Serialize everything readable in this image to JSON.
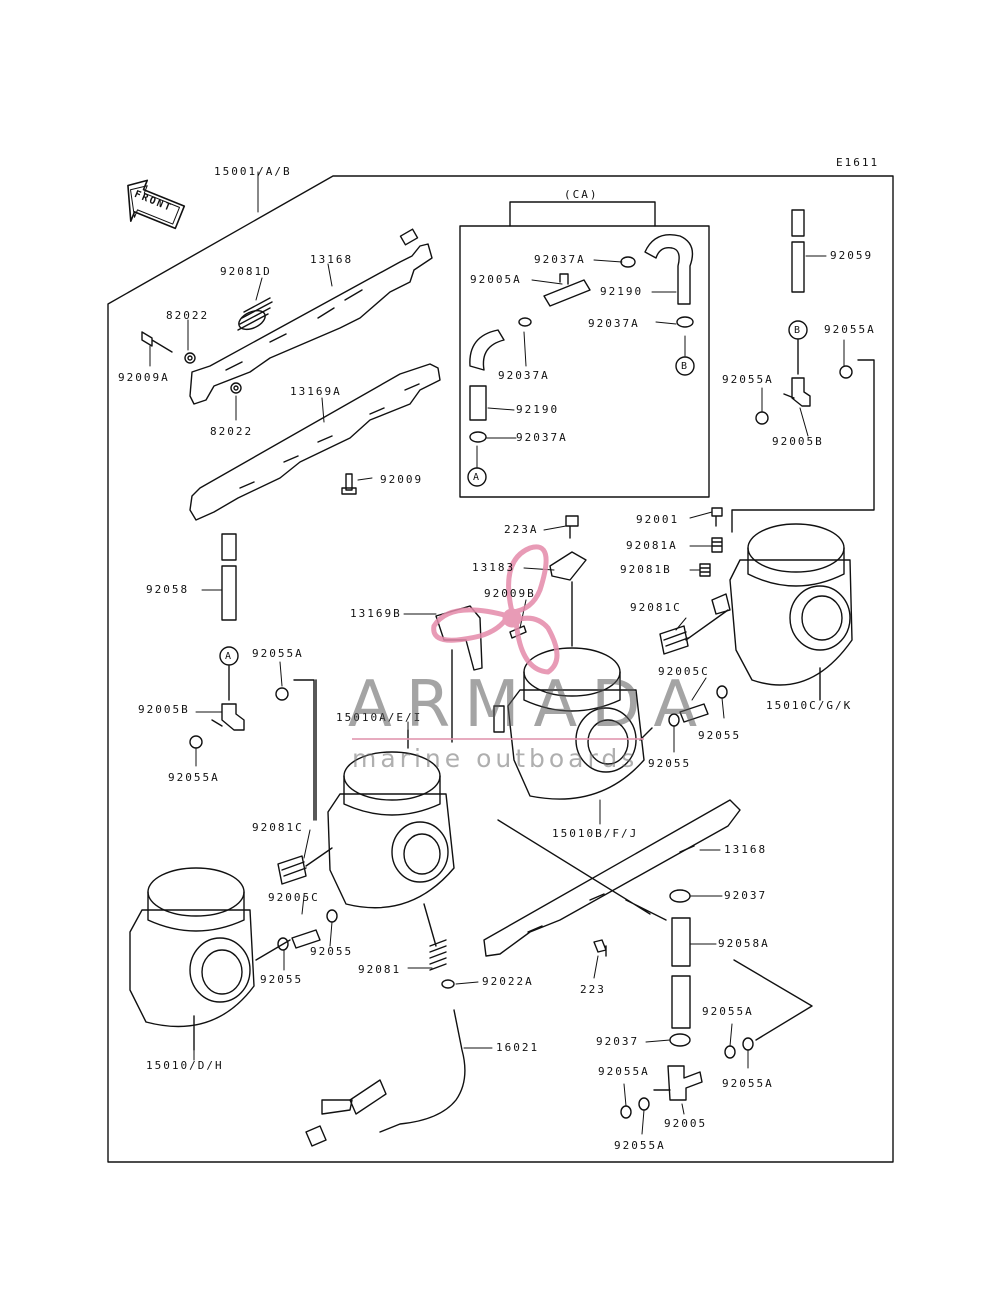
{
  "diagram": {
    "code": "E1611",
    "front_label": "FRONT",
    "ca_label": "(CA)",
    "marker_a": "A",
    "marker_b": "B"
  },
  "labels": {
    "p15001": "15001/A/B",
    "p13168_top": "13168",
    "p92081d": "92081D",
    "p82022_top": "82022",
    "p92009a": "92009A",
    "p82022_bottom": "82022",
    "p13169a": "13169A",
    "p92009": "92009",
    "p92037a_1": "92037A",
    "p92005a": "92005A",
    "p92190_1": "92190",
    "p92037a_2": "92037A",
    "p92037a_3": "92037A",
    "p92190_2": "92190",
    "p92037a_4": "92037A",
    "p92059": "92059",
    "p92055a_tr1": "92055A",
    "p92055a_tr2": "92055A",
    "p92005b_tr": "92005B",
    "p92001": "92001",
    "p92081a": "92081A",
    "p92081b": "92081B",
    "p92081c_r": "92081C",
    "p92005c_r": "92005C",
    "p15010c": "15010C/G/K",
    "p92055_r1": "92055",
    "p92055_r2": "92055",
    "p223a": "223A",
    "p13183": "13183",
    "p92009b": "92009B",
    "p13169b": "13169B",
    "p92058_l": "92058",
    "p92055a_l1": "92055A",
    "p92005b_l": "92005B",
    "p92055a_l2": "92055A",
    "p15010a": "15010A/E/I",
    "p15010b": "15010B/F/J",
    "p13168_mid": "13168",
    "p92081c_l": "92081C",
    "p92005c_l": "92005C",
    "p92055_l1": "92055",
    "p92055_l2": "92055",
    "p92081": "92081",
    "p92022a": "92022A",
    "p223": "223",
    "p92037_1": "92037",
    "p92058a": "92058A",
    "p92055a_br1": "92055A",
    "p92037_2": "92037",
    "p92055a_br2": "92055A",
    "p92055a_br3": "92055A",
    "p92005": "92005",
    "p92055a_br4": "92055A",
    "p16021": "16021",
    "p15010d": "15010/D/H"
  },
  "watermark": {
    "title": "ARMADA",
    "subtitle": "marine outboards",
    "accent_color": "#e48aaa"
  },
  "colors": {
    "ink": "#111111",
    "paper": "#ffffff"
  }
}
